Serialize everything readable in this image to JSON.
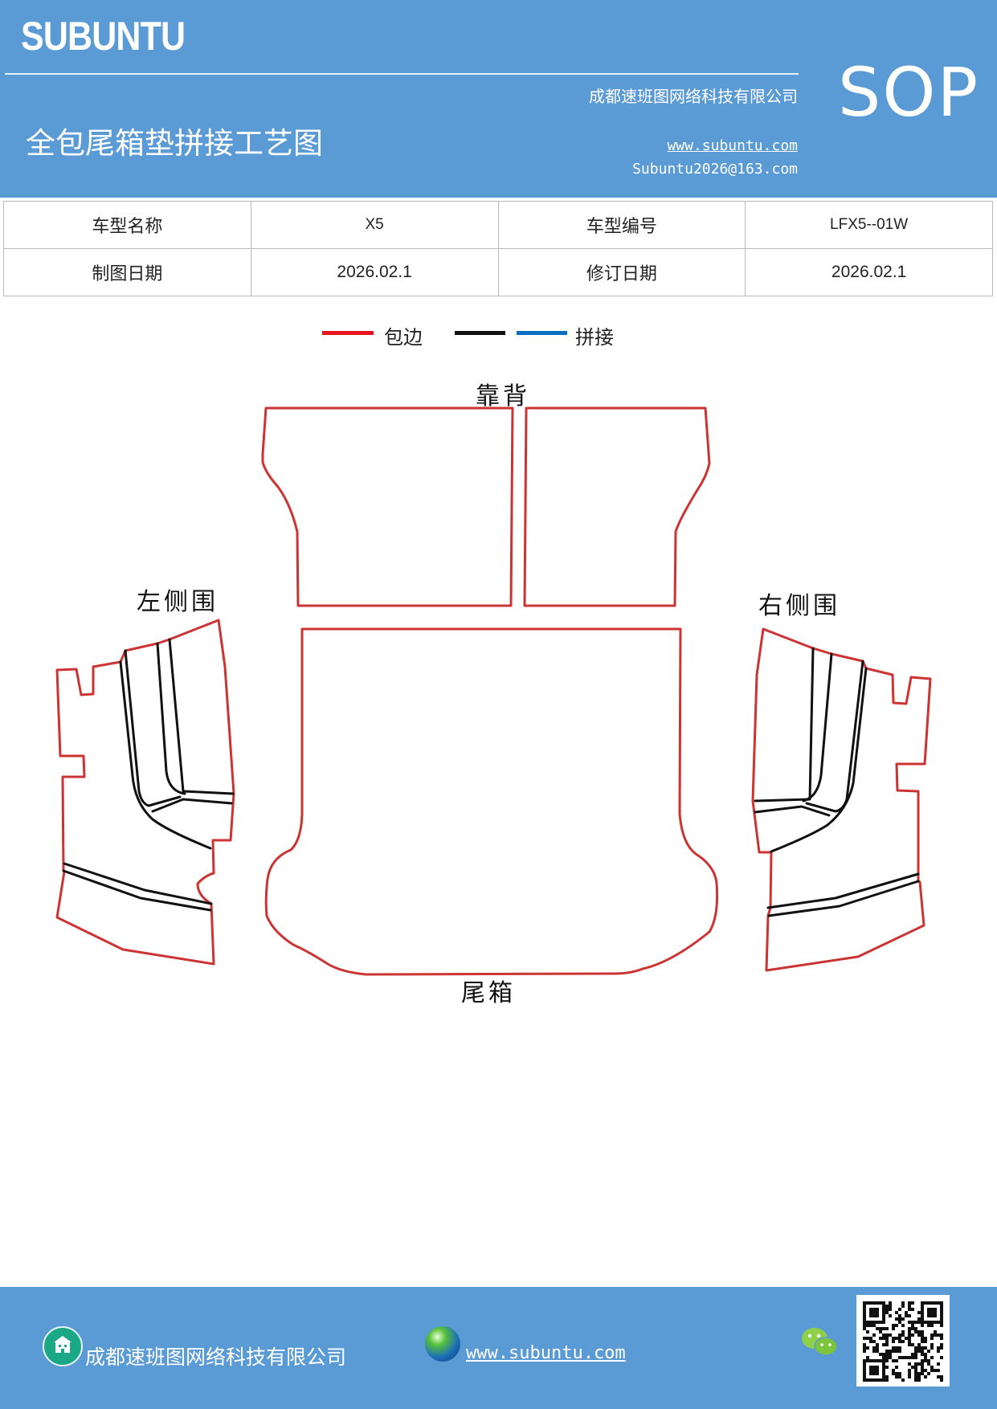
{
  "header": {
    "brand": "SUBUNTU",
    "company": "成都速班图网络科技有限公司",
    "title": "全包尾箱垫拼接工艺图",
    "website": "www.subuntu.com",
    "email": "Subuntu2026@163.com",
    "sop": "SOP"
  },
  "info_table": {
    "rows": [
      [
        "车型名称",
        "X5",
        "车型编号",
        "LFX5--01W"
      ],
      [
        "制图日期",
        "2026.02.1",
        "修订日期",
        "2026.02.1"
      ]
    ]
  },
  "legend": {
    "items": [
      {
        "label": "包边",
        "colors": [
          "#e8121c"
        ]
      },
      {
        "label": "拼接",
        "colors": [
          "#111111",
          "#0a6fc2"
        ]
      }
    ]
  },
  "drawing": {
    "labels": {
      "backrest": "靠背",
      "trunk": "尾箱",
      "left_side": "左侧围",
      "right_side": "右侧围"
    },
    "colors": {
      "edge": "#cc3333",
      "seam": "#111111"
    }
  },
  "footer": {
    "company": "成都速班图网络科技有限公司",
    "website": "www.subuntu.com ",
    "icons": [
      "company-icon",
      "globe-icon",
      "wechat-icon",
      "qr-code"
    ]
  },
  "colors": {
    "brand_blue": "#5b9bd5"
  }
}
